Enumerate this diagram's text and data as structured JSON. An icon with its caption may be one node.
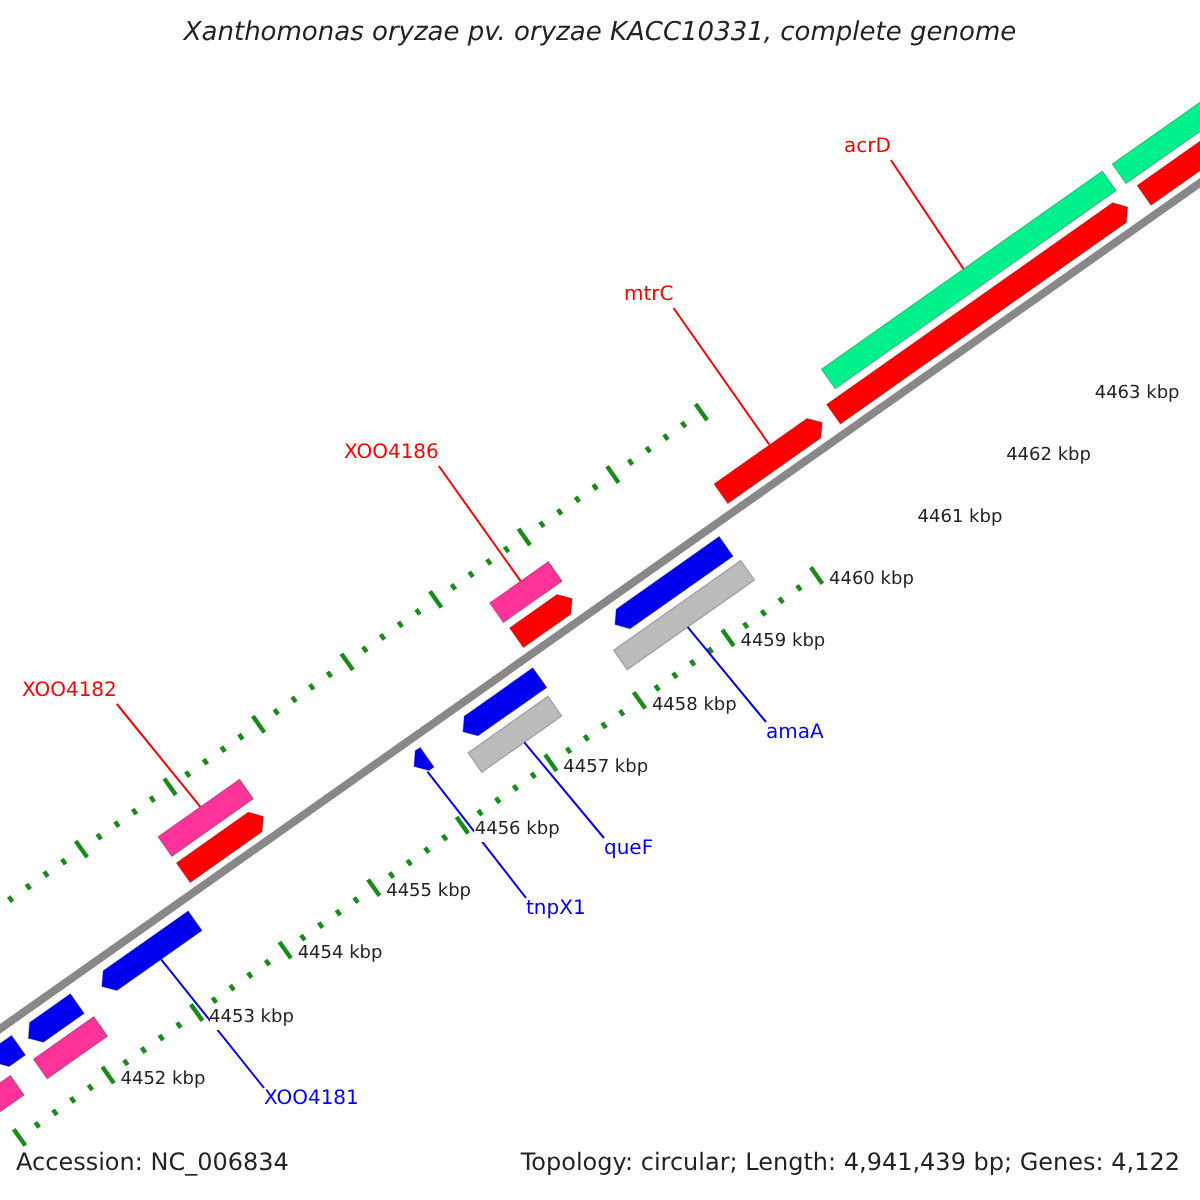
{
  "diagram": {
    "title": "Xanthomonas oryzae pv. oryzae KACC10331, complete genome",
    "nodes": [
      {
        "text": [
          "acrD"
        ]
      },
      {
        "text": [
          "mtrC"
        ]
      },
      {
        "text": [
          "XOO4186"
        ]
      },
      {
        "text": [
          "XOO4182"
        ]
      },
      {
        "text": [
          "amaA"
        ]
      },
      {
        "text": [
          "queF"
        ]
      },
      {
        "text": [
          "tnpX1"
        ]
      },
      {
        "text": [
          "XOO4181"
        ]
      },
      {
        "text": [],
        "shape": "bar"
      },
      {
        "text": [],
        "shape": "arrow"
      },
      {
        "text": [],
        "shape": "bar"
      },
      {
        "text": [],
        "shape": "arrow"
      },
      {
        "text": [],
        "shape": "arrow"
      },
      {
        "text": [],
        "shape": "bar"
      },
      {
        "text": [],
        "shape": "arrow"
      },
      {
        "text": [],
        "shape": "arrow"
      },
      {
        "text": [],
        "shape": "bar"
      },
      {
        "text": [],
        "shape": "arrow"
      },
      {
        "text": [],
        "shape": "bar"
      },
      {
        "text": [],
        "shape": "arrow"
      },
      {
        "text": [],
        "shape": "bar"
      },
      {
        "text": [],
        "shape": "arrow"
      },
      {
        "text": [],
        "shape": "arrow"
      },
      {
        "text": [],
        "shape": "arrow"
      },
      {
        "text": [],
        "shape": "bar"
      },
      {
        "text": [],
        "shape": "bar"
      },
      {
        "text": [],
        "shape": "arrow"
      }
    ],
    "edges": [
      {
        "from": 0,
        "to": 24,
        "arrow": "none",
        "color": "#ff0000"
      },
      {
        "from": 1,
        "to": 22,
        "arrow": "none",
        "color": "#ff0000"
      },
      {
        "from": 2,
        "to": 18,
        "arrow": "none",
        "color": "#ff0000"
      },
      {
        "from": 3,
        "to": 13,
        "arrow": "none",
        "color": "#ff0000"
      },
      {
        "from": 4,
        "to": 20,
        "arrow": "none",
        "color": "#0000ee"
      },
      {
        "from": 5,
        "to": 16,
        "arrow": "none",
        "color": "#0000ee"
      },
      {
        "from": 6,
        "to": 15,
        "arrow": "none",
        "color": "#0000ee"
      },
      {
        "from": 7,
        "to": 12,
        "arrow": "none",
        "color": "#0000ee"
      }
    ],
    "labels": [
      "4463 kbp",
      "4462 kbp",
      "4461 kbp",
      "4460 kbp",
      "4459 kbp",
      "4458 kbp",
      "4457 kbp",
      "4456 kbp",
      "4455 kbp",
      "4454 kbp",
      "4453 kbp",
      "4452 kbp",
      "Accession: NC_006834",
      "Topology: circular; Length: 4,941,439 bp; Genes: 4,122"
    ]
  }
}
